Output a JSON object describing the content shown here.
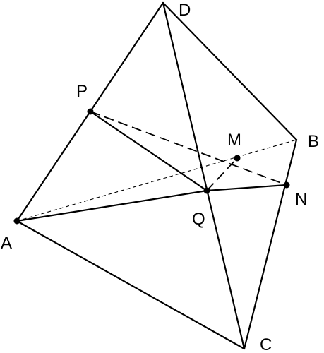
{
  "points": [
    {
      "id": "A",
      "label": "A"
    },
    {
      "id": "B",
      "label": "B"
    },
    {
      "id": "C",
      "label": "C"
    },
    {
      "id": "D",
      "label": "D"
    },
    {
      "id": "P",
      "label": "P"
    },
    {
      "id": "Q",
      "label": "Q"
    },
    {
      "id": "M",
      "label": "M"
    },
    {
      "id": "N",
      "label": "N"
    }
  ],
  "segments": [
    {
      "from": "A",
      "to": "D",
      "style": "solid"
    },
    {
      "from": "D",
      "to": "B",
      "style": "solid"
    },
    {
      "from": "B",
      "to": "C",
      "style": "solid"
    },
    {
      "from": "A",
      "to": "C",
      "style": "solid"
    },
    {
      "from": "D",
      "to": "C",
      "style": "solid"
    },
    {
      "from": "P",
      "to": "Q",
      "style": "solid"
    },
    {
      "from": "A",
      "to": "Q",
      "style": "solid"
    },
    {
      "from": "Q",
      "to": "N",
      "style": "solid"
    },
    {
      "from": "P",
      "to": "N",
      "style": "dashed"
    },
    {
      "from": "Q",
      "to": "M",
      "style": "dashed"
    },
    {
      "from": "A",
      "to": "B",
      "style": "thin-dashed"
    }
  ],
  "marked_points": [
    "P",
    "Q",
    "M",
    "N",
    "A"
  ]
}
